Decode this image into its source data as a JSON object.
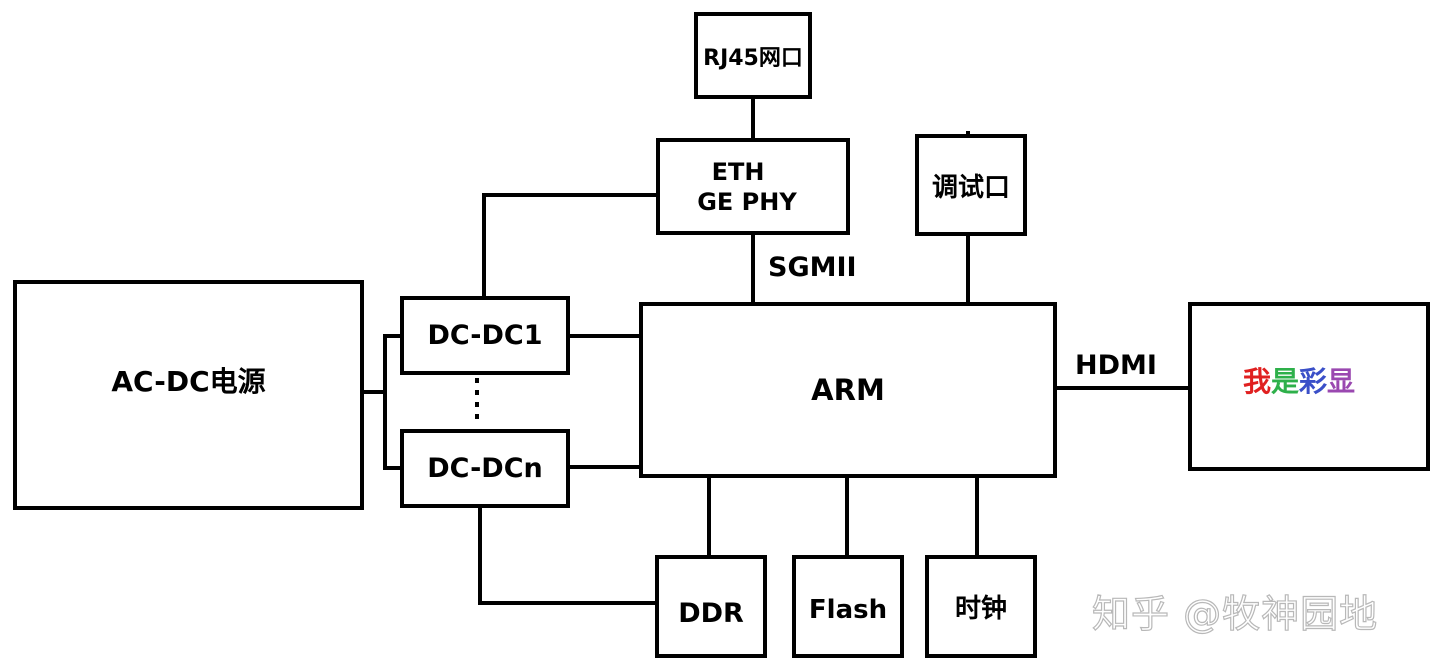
{
  "diagram": {
    "nodes": {
      "rj45": "RJ45网口",
      "eth_line1": "ETH",
      "eth_line2": "GE PHY",
      "debug": "调试口",
      "acdc": "AC-DC电源",
      "dcdc1": "DC-DC1",
      "dcdcn": "DC-DCn",
      "arm": "ARM",
      "ddr": "DDR",
      "flash": "Flash",
      "clock": "时钟"
    },
    "display": {
      "chars": [
        {
          "char": "我",
          "color": "#e02020"
        },
        {
          "char": "是",
          "color": "#2eb04a"
        },
        {
          "char": "彩",
          "color": "#3a4fc8"
        },
        {
          "char": "显",
          "color": "#9a48b0"
        }
      ]
    },
    "edge_labels": {
      "sgmii": "SGMII",
      "hdmi": "HDMI"
    },
    "ellipsis": "⋮",
    "edges": [
      [
        "rj45",
        "eth"
      ],
      [
        "eth",
        "arm"
      ],
      [
        "eth",
        "dcdc1"
      ],
      [
        "debug",
        "arm"
      ],
      [
        "acdc",
        "dcdc1"
      ],
      [
        "acdc",
        "dcdcn"
      ],
      [
        "dcdc1",
        "arm"
      ],
      [
        "dcdcn",
        "arm"
      ],
      [
        "dcdcn",
        "ddr"
      ],
      [
        "arm",
        "display"
      ],
      [
        "arm",
        "ddr"
      ],
      [
        "arm",
        "flash"
      ],
      [
        "arm",
        "clock"
      ]
    ]
  },
  "watermark": "知乎 @牧神园地"
}
